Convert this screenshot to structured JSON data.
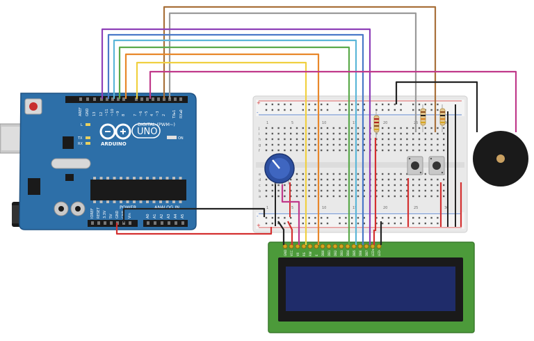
{
  "arduino": {
    "brand": "ARDUINO",
    "model": "UNO",
    "digital_header": "DIGITAL (PWM~)",
    "power_header": "POWER",
    "analog_header": "ANALOG IN",
    "on_label": "ON",
    "l_label": "L",
    "tx_label": "TX",
    "rx_label": "RX",
    "digital_pins": [
      "AREF",
      "GND",
      "13",
      "12",
      "~11",
      "~10",
      "~9",
      "8",
      "7",
      "~6",
      "~5",
      "4",
      "~3",
      "2",
      "TX▸1",
      "RX◂0"
    ],
    "power_pins": [
      "IOREF",
      "RESET",
      "3.3V",
      "5V",
      "GND",
      "GND",
      "Vin"
    ],
    "analog_pins": [
      "A0",
      "A1",
      "A2",
      "A3",
      "A4",
      "A5"
    ]
  },
  "breadboard": {
    "columns": [
      "1",
      "5",
      "10",
      "15",
      "20",
      "25",
      "30"
    ],
    "rows_top": [
      "j",
      "i",
      "h",
      "g",
      "f"
    ],
    "rows_bottom": [
      "e",
      "d",
      "c",
      "b",
      "a"
    ],
    "rail_plus": "+",
    "rail_minus": "-"
  },
  "lcd": {
    "pins": [
      "GND",
      "VCC",
      "V0",
      "RS",
      "RW",
      "E",
      "DB0",
      "DB1",
      "DB2",
      "DB3",
      "DB4",
      "DB5",
      "DB6",
      "DB7",
      "LED+",
      "LED-"
    ]
  },
  "colors": {
    "board": "#2d6fa8",
    "wire_purple": "#8e3fb8",
    "wire_blue": "#4a78c8",
    "wire_lightblue": "#5bb6d8",
    "wire_green": "#5aaa4a",
    "wire_orange": "#e8872a",
    "wire_yellow": "#f0d040",
    "wire_magenta": "#c0398a",
    "wire_brown": "#a8703a",
    "wire_gray": "#9a9a9a",
    "wire_red": "#d43030",
    "wire_black": "#222222"
  }
}
